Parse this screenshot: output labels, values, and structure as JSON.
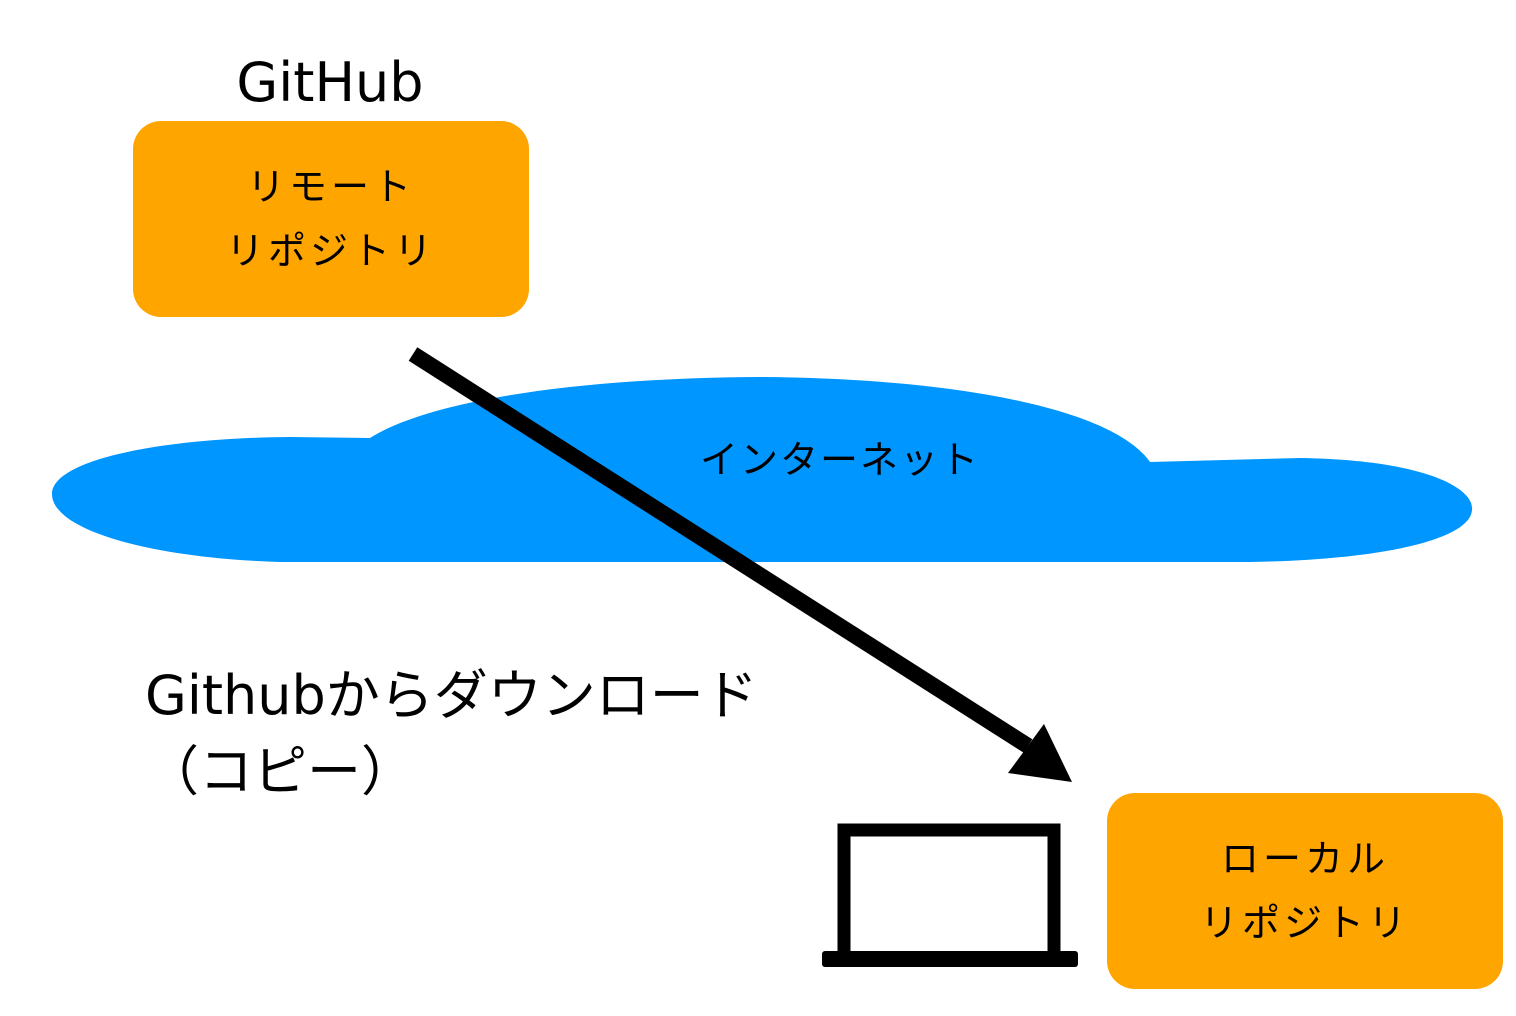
{
  "github": {
    "label": "GitHub"
  },
  "remote_repo": {
    "line1": "リモート",
    "line2": "リポジトリ"
  },
  "internet": {
    "label": "インターネット"
  },
  "download": {
    "line1": "Githubからダウンロード",
    "line2": "（コピー）"
  },
  "local_repo": {
    "line1": "ローカル",
    "line2": "リポジトリ"
  },
  "colors": {
    "repo_box": "#ffa500",
    "cloud": "#0096ff",
    "arrow": "#000000",
    "laptop": "#000000"
  },
  "icons": {
    "laptop": "laptop-icon",
    "arrow": "arrow-icon"
  }
}
